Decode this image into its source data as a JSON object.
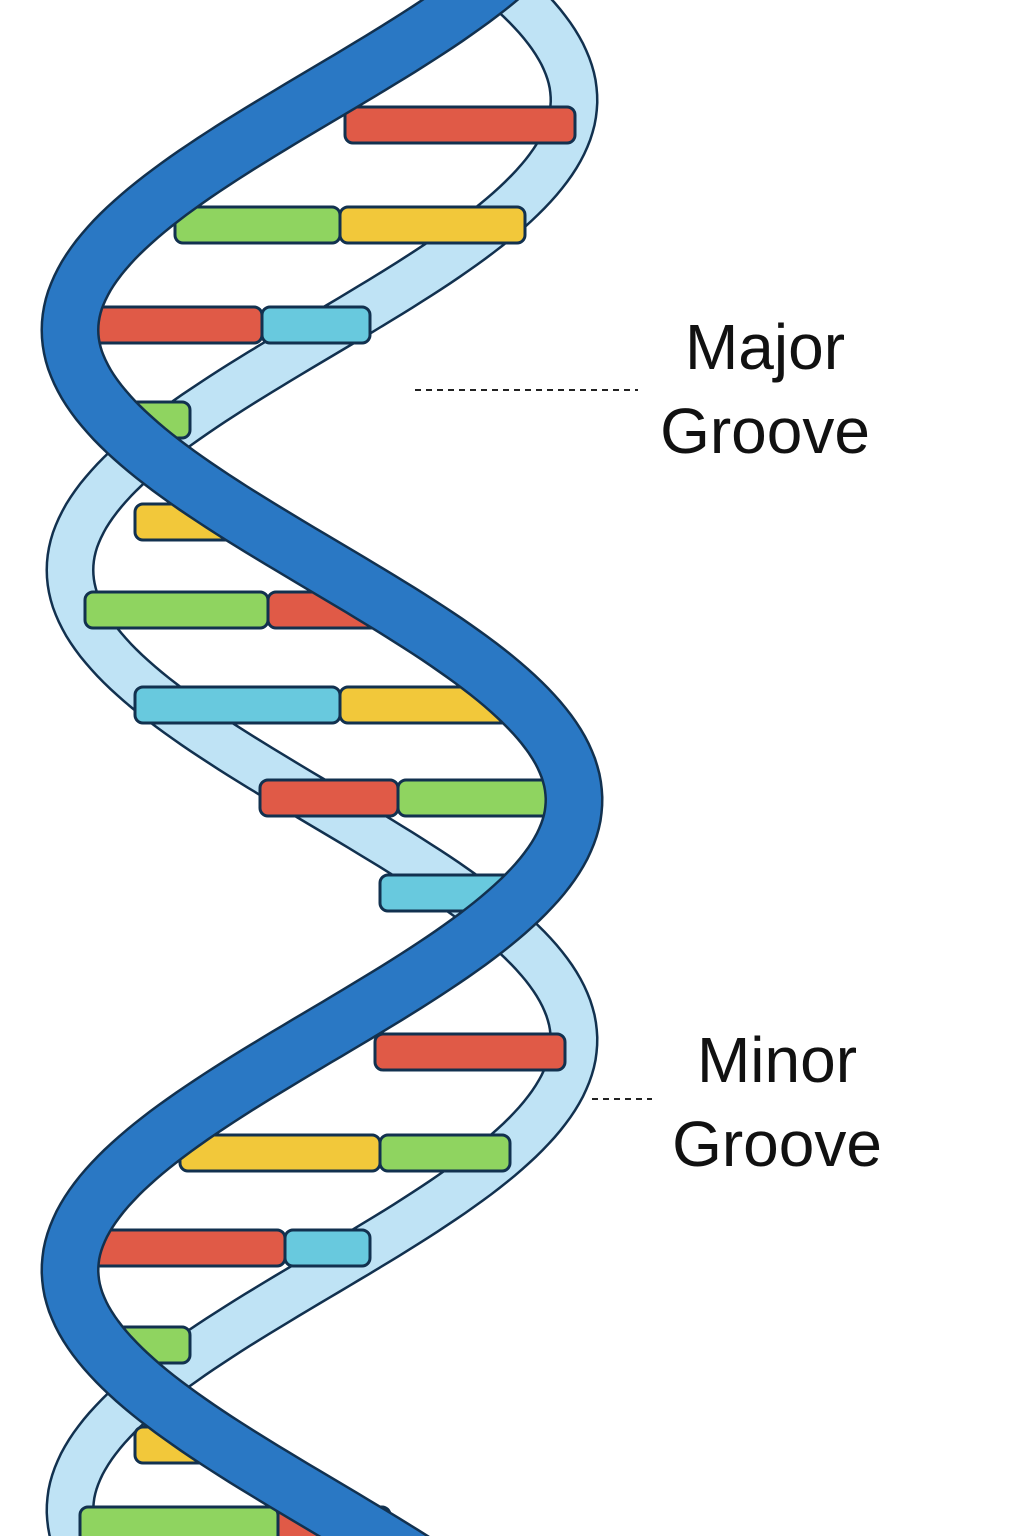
{
  "labels": {
    "major": {
      "line1": "Major",
      "line2": "Groove"
    },
    "minor": {
      "line1": "Minor",
      "line2": "Groove"
    }
  },
  "colors": {
    "front_strand": "#2a78c4",
    "back_strand": "#bfe3f5",
    "outline": "#12314f",
    "base_red": "#e05a47",
    "base_green": "#8fd460",
    "base_yellow": "#f2c83a",
    "base_cyan": "#68c9de"
  }
}
